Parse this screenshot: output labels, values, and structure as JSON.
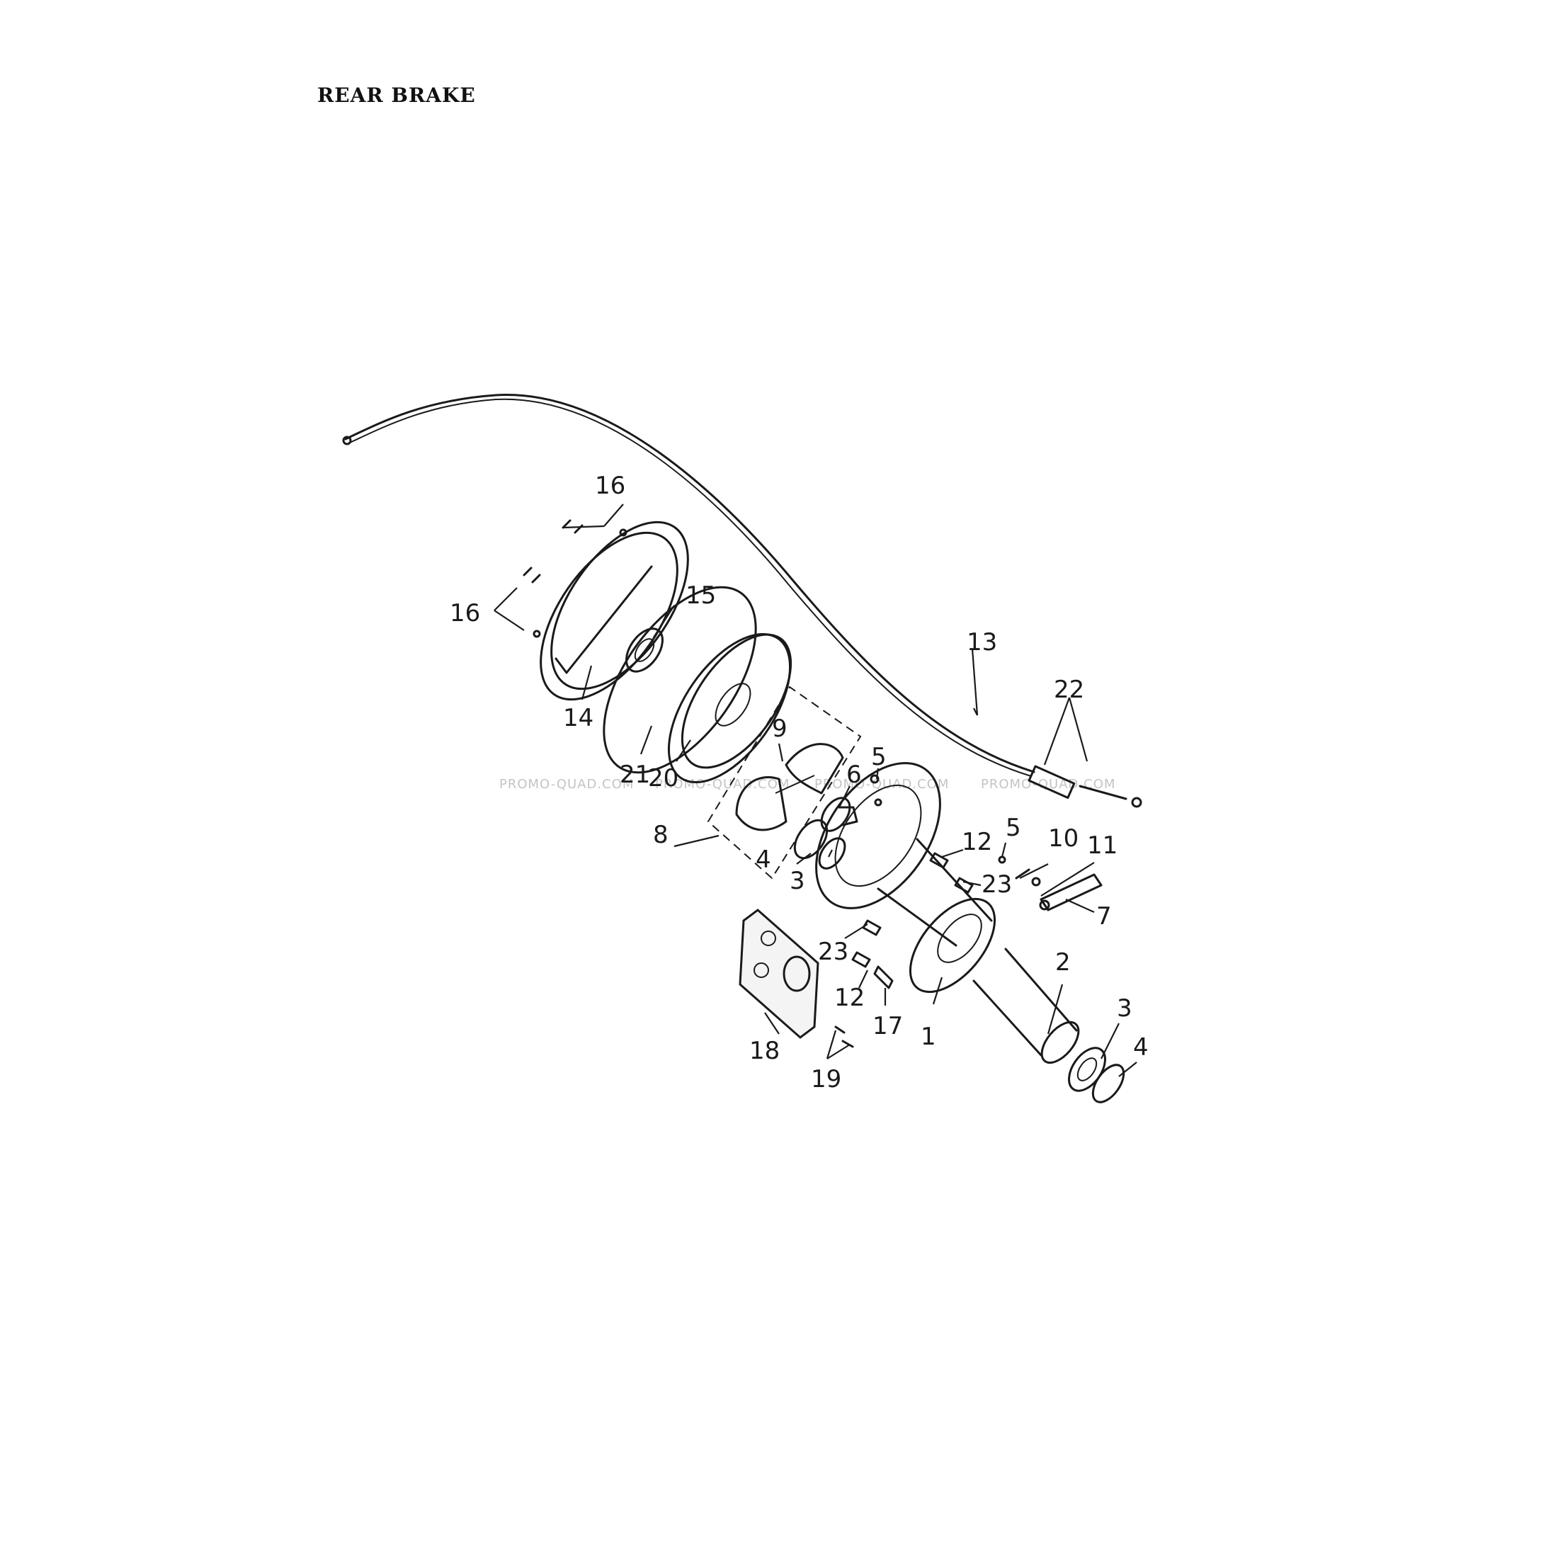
{
  "title": "REAR BRAKE",
  "watermark": "PROMO-QUAD.COM",
  "callouts": [
    "1",
    "2",
    "3",
    "3",
    "4",
    "4",
    "5",
    "5",
    "6",
    "7",
    "8",
    "9",
    "10",
    "11",
    "12",
    "12",
    "13",
    "14",
    "15",
    "16",
    "16",
    "17",
    "18",
    "19",
    "20",
    "21",
    "22",
    "23",
    "23"
  ]
}
